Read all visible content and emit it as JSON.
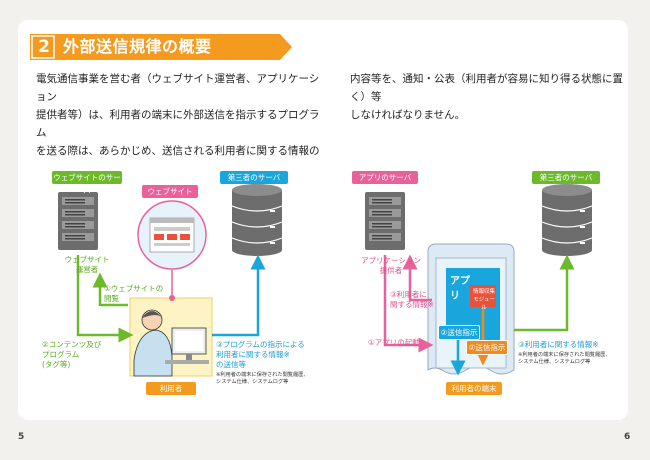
{
  "section": {
    "number": "2",
    "title": "外部送信規律の概要"
  },
  "paragraph_left": "電気通信事業を営む者（ウェブサイト運営者、アプリケーション\n提供者等）は、利用者の端末に外部送信を指示するプログラム\nを送る際は、あらかじめ、送信される利用者に関する情報の",
  "paragraph_right": "内容等を、通知・公表（利用者が容易に知り得る状態に置く）等\nしなければなりません。",
  "left_diagram": {
    "web_server_label": "ウェブサイトのサーバ",
    "website_label": "ウェブサイト",
    "third_party_label": "第三者のサーバ",
    "operator_label": "ウェブサイト\n運営者",
    "browse_label": "①ウェブサイトの\n閲覧",
    "content_label": "②コンテンツ及び\nプログラム\n(タグ等)",
    "send_label": "③プログラムの指示による\n利用者に関する情報※\nの送信等",
    "note": "※利用者の端末に保存された閲覧履歴、\nシステム仕様、システムログ等",
    "user_label": "利用者"
  },
  "right_diagram": {
    "app_server_label": "アプリのサーバ",
    "third_party_label": "第三者のサーバ",
    "provider_label": "アプリケーション\n提供者",
    "user_info_label": "③利用者に\n関する情報※",
    "launch_label": "①アプリの起動",
    "app_label": "アプリ",
    "module_label": "情報収集\nモジュール",
    "send_instruction_1": "②送信指示",
    "send_instruction_2": "②送信指示",
    "send_label": "③利用者に関する情報※",
    "note": "※利用者の端末に保存された閲覧履歴、\nシステム仕様、システムログ等",
    "device_label": "利用者の端末"
  },
  "page_numbers": {
    "left": "5",
    "right": "6"
  },
  "colors": {
    "orange": "#f39a1f",
    "green": "#6cba2b",
    "pink": "#e9619b",
    "blue": "#19a6dc",
    "server": "#6d6d6d"
  }
}
